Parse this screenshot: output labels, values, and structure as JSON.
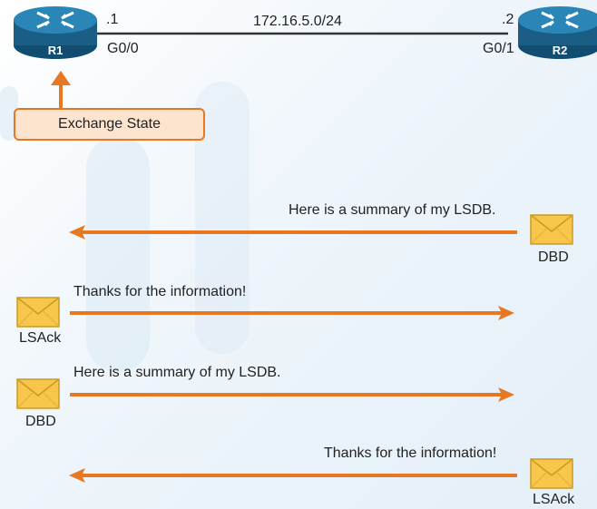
{
  "routers": {
    "r1": {
      "label": "R1",
      "addr": ".1",
      "intf": "G0/0"
    },
    "r2": {
      "label": "R2",
      "addr": ".2",
      "intf": "G0/1"
    }
  },
  "network": "172.16.5.0/24",
  "state_label": "Exchange State",
  "messages": [
    {
      "text": "Here is a summary of my LSDB.",
      "packet": "DBD",
      "direction": "R2 to R1"
    },
    {
      "text": "Thanks for the information!",
      "packet": "LSAck",
      "direction": "R1 to R2"
    },
    {
      "text": "Here is a summary of my LSDB.",
      "packet": "DBD",
      "direction": "R1 to R2"
    },
    {
      "text": "Thanks for the information!",
      "packet": "LSAck",
      "direction": "R2 to R1"
    }
  ],
  "colors": {
    "arrow": "#e87722",
    "router": "#1f6d99",
    "envelope": "#f7c64a",
    "state_fill": "#fde4cf"
  }
}
